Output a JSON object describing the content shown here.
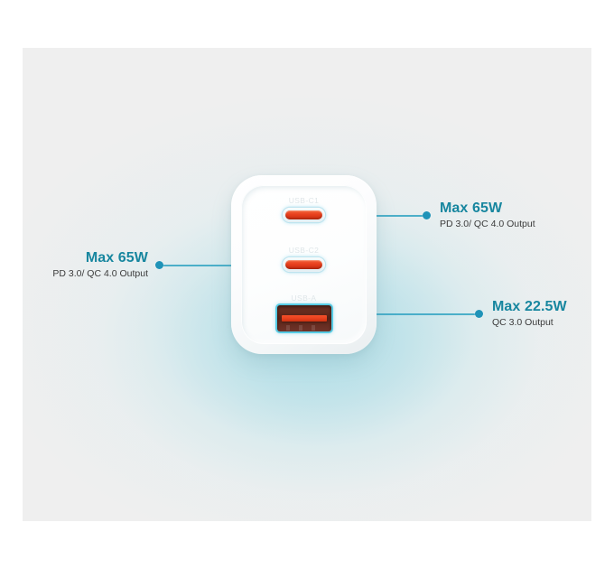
{
  "scene": {
    "background_base_color": "#efefef",
    "glow_color": "#a8dbe5",
    "accent_color": "#1f93b8",
    "headline_color": "#17869f",
    "subtext_color": "#3b3b3b",
    "port_red_color": "#e8401d",
    "port_glow_color": "#56cbe4"
  },
  "device": {
    "name": "gan-wall-charger",
    "body_color": "#ffffff",
    "ports": [
      {
        "id": "usb-c1",
        "caption": "USB-C1",
        "type": "usb-c"
      },
      {
        "id": "usb-c2",
        "caption": "USB-C2",
        "type": "usb-c"
      },
      {
        "id": "usb-a",
        "caption": "USB-A",
        "type": "usb-a"
      }
    ]
  },
  "callouts": [
    {
      "id": "callout-usb-c1",
      "target_port": "USB-C1",
      "headline": "Max 65W",
      "subtitle": "PD 3.0/ QC 4.0 Output",
      "side": "right"
    },
    {
      "id": "callout-usb-c2",
      "target_port": "USB-C2",
      "headline": "Max 65W",
      "subtitle": "PD 3.0/ QC 4.0 Output",
      "side": "left"
    },
    {
      "id": "callout-usb-a",
      "target_port": "USB-A",
      "headline": "Max 22.5W",
      "subtitle": "QC 3.0 Output",
      "side": "right"
    }
  ]
}
